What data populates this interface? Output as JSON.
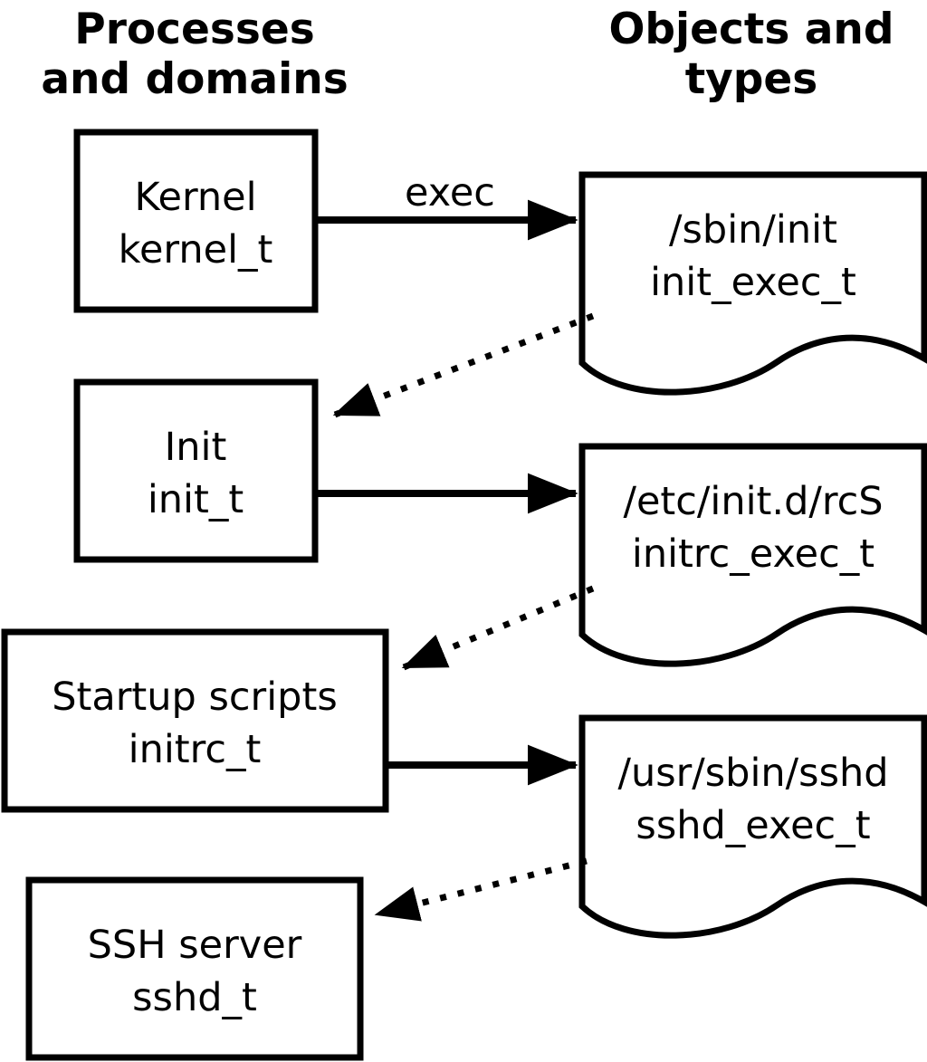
{
  "colors": {
    "ink": "#000000",
    "background": "#ffffff"
  },
  "headers": {
    "left": {
      "line1": "Processes",
      "line2": "and domains"
    },
    "right": {
      "line1": "Objects and",
      "line2": "types"
    }
  },
  "processes": [
    {
      "name": "Kernel",
      "type": "kernel_t"
    },
    {
      "name": "Init",
      "type": "init_t"
    },
    {
      "name": "Startup scripts",
      "type": "initrc_t"
    },
    {
      "name": "SSH server",
      "type": "sshd_t"
    }
  ],
  "objects": [
    {
      "path": "/sbin/init",
      "type": "init_exec_t"
    },
    {
      "path": "/etc/init.d/rcS",
      "type": "initrc_exec_t"
    },
    {
      "path": "/usr/sbin/sshd",
      "type": "sshd_exec_t"
    }
  ],
  "arrows": {
    "exec_label": "exec"
  }
}
